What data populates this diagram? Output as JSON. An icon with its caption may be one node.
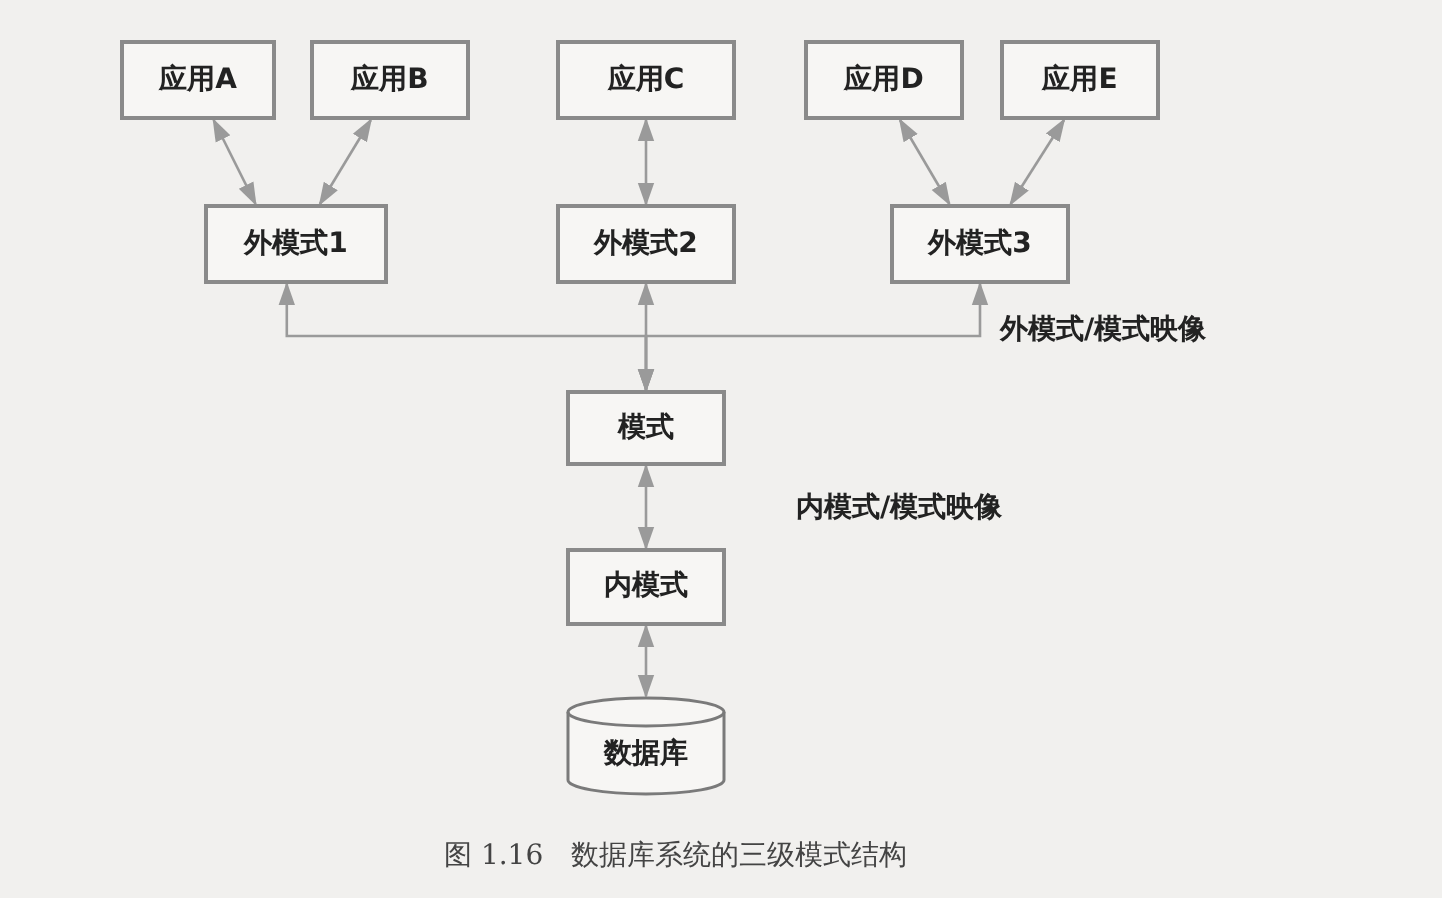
{
  "diagram": {
    "caption": "图 1.16　数据库系统的三级模式结构",
    "nodes": [
      {
        "text": [
          "应用A"
        ]
      },
      {
        "text": [
          "应用B"
        ]
      },
      {
        "text": [
          "应用C"
        ]
      },
      {
        "text": [
          "应用D"
        ]
      },
      {
        "text": [
          "应用E"
        ]
      },
      {
        "text": [
          "外模式1"
        ]
      },
      {
        "text": [
          "外模式2"
        ]
      },
      {
        "text": [
          "外模式3"
        ]
      },
      {
        "text": [
          "模式"
        ]
      },
      {
        "text": [
          "内模式"
        ]
      },
      {
        "text": [
          "数据库"
        ]
      }
    ],
    "edges": [
      {
        "from": 0,
        "to": 5,
        "arrow": "both"
      },
      {
        "from": 1,
        "to": 5,
        "arrow": "both"
      },
      {
        "from": 2,
        "to": 6,
        "arrow": "both"
      },
      {
        "from": 3,
        "to": 7,
        "arrow": "both"
      },
      {
        "from": 4,
        "to": 7,
        "arrow": "both"
      },
      {
        "from": 5,
        "to": 8,
        "arrow": "both"
      },
      {
        "from": 6,
        "to": 8,
        "arrow": "both"
      },
      {
        "from": 7,
        "to": 8,
        "arrow": "both"
      },
      {
        "from": 8,
        "to": 9,
        "arrow": "both"
      },
      {
        "from": 9,
        "to": 10,
        "arrow": "both"
      }
    ],
    "labels": [
      "外模式/模式映像",
      "内模式/模式映像"
    ]
  }
}
